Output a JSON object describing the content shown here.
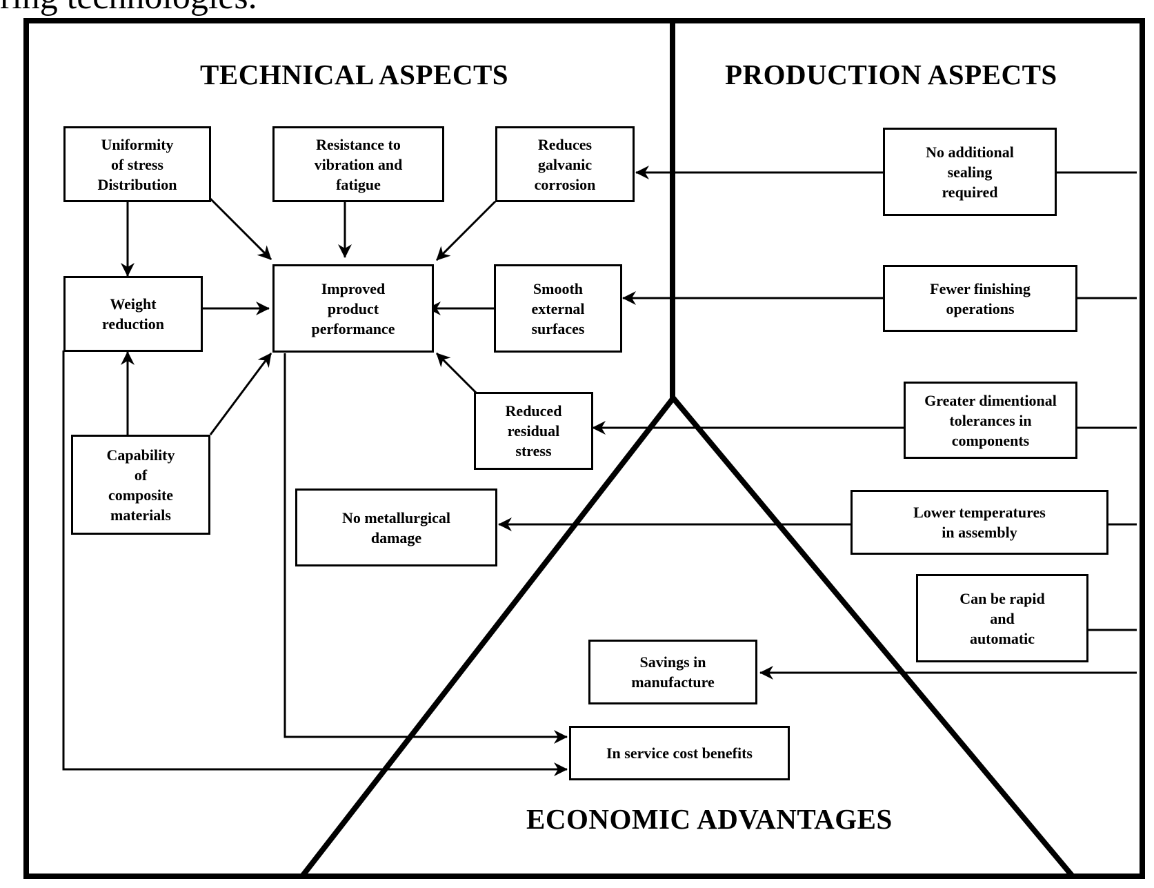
{
  "header_fragment": "ring technologies.",
  "sections": {
    "technical": "TECHNICAL ASPECTS",
    "production": "PRODUCTION ASPECTS",
    "economic": "ECONOMIC ADVANTAGES"
  },
  "nodes": {
    "uniformity": "Uniformity\nof stress\nDistribution",
    "resistance": "Resistance to\nvibration and\nfatigue",
    "galvanic": "Reduces\ngalvanic\ncorrosion",
    "weight": "Weight\nreduction",
    "improved": "Improved\nproduct\nperformance",
    "smooth": "Smooth\nexternal\nsurfaces",
    "residual": "Reduced\nresidual\nstress",
    "capability": "Capability\nof\ncomposite\nmaterials",
    "metallurgical": "No metallurgical\ndamage",
    "sealing": "No additional\nsealing\nrequired",
    "finishing": "Fewer finishing\noperations",
    "tolerances": "Greater dimentional\ntolerances in\ncomponents",
    "temperatures": "Lower temperatures\nin assembly",
    "rapid": "Can be rapid\nand\nautomatic",
    "savings": "Savings in\nmanufacture",
    "service": "In service cost benefits"
  }
}
